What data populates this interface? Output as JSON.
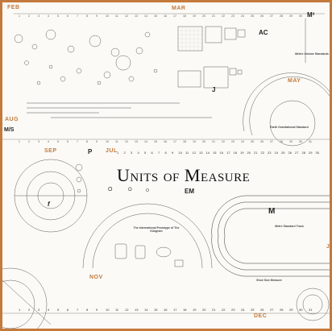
{
  "poster": {
    "title": "Units of Measure",
    "months": {
      "feb": "FEB",
      "mar": "MAR",
      "may": "MAY",
      "aug": "AUG",
      "sep": "SEP",
      "jul": "JUL",
      "nov": "NOV",
      "dec": "DEC",
      "jun": "JU"
    },
    "big_letters": {
      "m_cubed": "M³",
      "ac": "AC",
      "j": "J",
      "m_s": "M/S",
      "p": "P",
      "em": "EM",
      "m": "M",
      "f": "f",
      "o1": "O",
      "o2": "O",
      "o3": "O"
    },
    "section_labels": {
      "sundial": "The International Prototype of The Kilogram",
      "clock": "Earth Gravitational Standard",
      "track": "Metre Standard Track",
      "volume_metric": "Metric Volume Standards",
      "shoe": "Shoe Size Measure"
    },
    "top_numbers": [
      "1",
      "2",
      "3",
      "4",
      "5",
      "6",
      "7",
      "8",
      "9",
      "10",
      "11",
      "12",
      "13",
      "14",
      "15",
      "16",
      "17",
      "18",
      "19",
      "20",
      "21",
      "22",
      "23",
      "24",
      "25",
      "26",
      "27",
      "28",
      "29",
      "30",
      "31"
    ],
    "jul_numbers": [
      "1",
      "2",
      "3",
      "4",
      "5",
      "6",
      "7",
      "8",
      "9",
      "10",
      "11",
      "12",
      "13",
      "14",
      "15",
      "16",
      "17",
      "18",
      "19",
      "20",
      "21",
      "22",
      "23",
      "24",
      "25",
      "26",
      "27",
      "28",
      "29",
      "30"
    ],
    "bottom_numbers": [
      "1",
      "2",
      "3",
      "4",
      "5",
      "6",
      "7",
      "8",
      "9",
      "10",
      "11",
      "12",
      "13",
      "14",
      "15",
      "16",
      "17",
      "18",
      "19",
      "20",
      "21",
      "22",
      "23",
      "24",
      "25",
      "26",
      "27",
      "28",
      "29",
      "30",
      "31"
    ],
    "colors": {
      "accent": "#c47a3d",
      "ink": "#222222",
      "paper": "#fbfaf6"
    }
  }
}
